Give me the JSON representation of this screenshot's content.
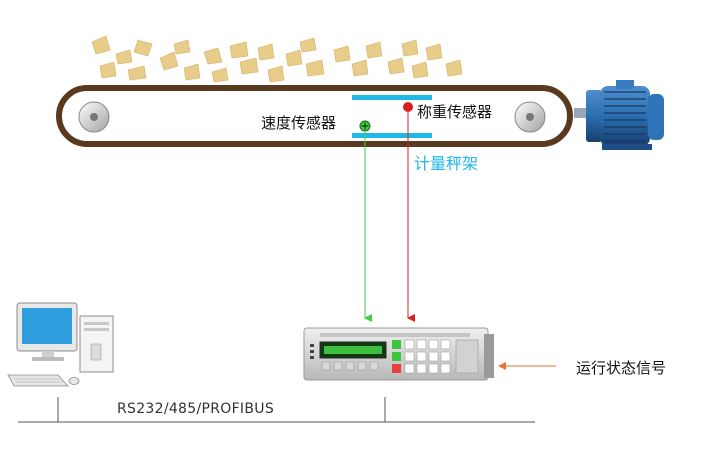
{
  "labels": {
    "speed_sensor": "速度传感器",
    "weigh_sensor": "称重传感器",
    "weigh_frame": "计量秤架",
    "bus": "RS232/485/PROFIBUS",
    "status_signal": "运行状态信号"
  },
  "colors": {
    "belt": "#5a3a1e",
    "material": "#e8cc8a",
    "frame": "#1fb8e8",
    "speed_line": "#44cc44",
    "weigh_line": "#d82020",
    "weigh_frame_text": "#1fb8e8",
    "status_arrow": "#e8703a",
    "motor": "#2a6fb0"
  },
  "icons": {
    "motor": "electric-motor-icon",
    "computer": "desktop-computer-icon",
    "controller": "weighing-controller-icon"
  }
}
